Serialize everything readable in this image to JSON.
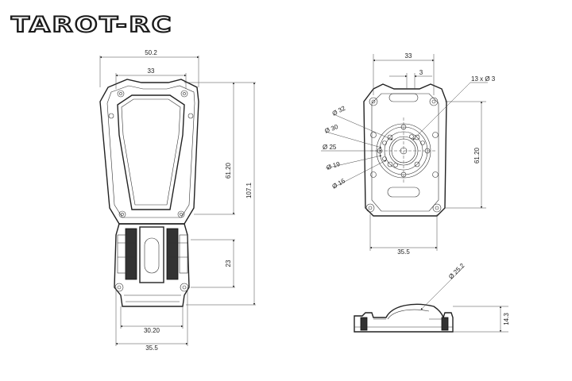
{
  "brand": {
    "name": "TAROT-RC",
    "color": "#1a1a1a"
  },
  "front_view": {
    "dims": {
      "overall_width": "50.2",
      "top_width": "33",
      "frame_height": "61.20",
      "overall_height": "107.1",
      "clamp_height": "23",
      "base_inner_width": "30.20",
      "base_width": "35.5"
    }
  },
  "plate_view": {
    "dims": {
      "plate_width": "33",
      "slot_width": "3",
      "hole_spec": "13 x Ø 3",
      "circle_32": "Ø 32",
      "circle_30": "Ø 30",
      "circle_25": "Ø 25",
      "circle_19": "Ø 19",
      "circle_16": "Ø 16",
      "plate_height": "61.20",
      "base_width": "35.5"
    }
  },
  "side_view": {
    "dims": {
      "tube_diameter": "Ø 25.2",
      "height": "14.3"
    }
  }
}
